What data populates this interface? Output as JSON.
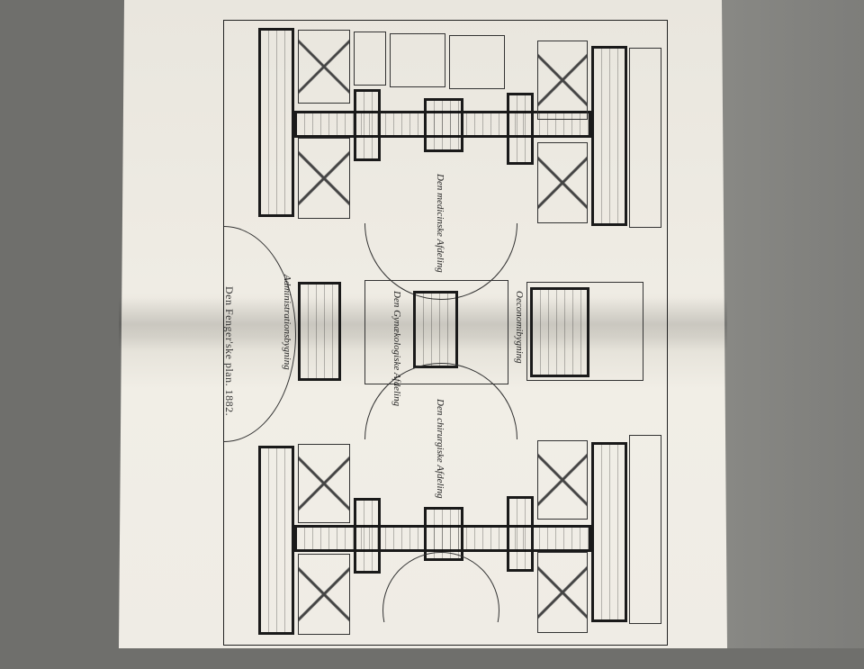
{
  "scene": "Open book showing a rotated architectural site plan of a hospital complex (1882)",
  "caption": "Den Fenger'ske plan. 1882.",
  "labels": {
    "administration": "Administrationsbygning",
    "medical": "Den medicinske Afdeling",
    "obstetric": "Den Gynækologiske Afdeling",
    "kitchen": "Oeconomibygning",
    "surgical": "Den chirurgiske Afdeling"
  },
  "colors": {
    "paper": "#eeebe3",
    "ink": "#1a1a1a",
    "background": "#6f6f6c",
    "book_edge": "#d9652a"
  }
}
